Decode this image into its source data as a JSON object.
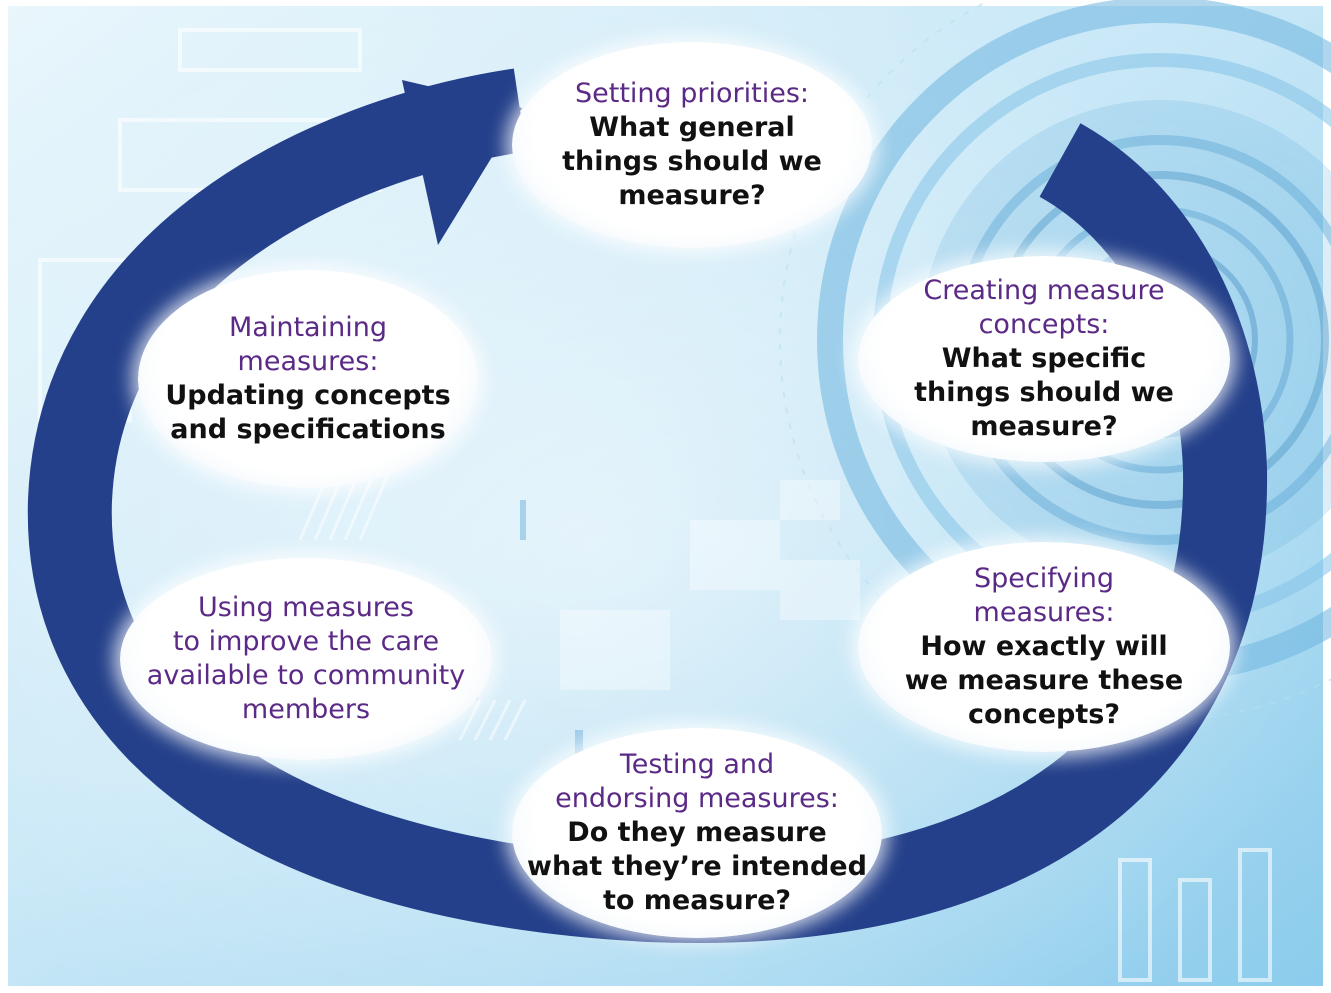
{
  "colors": {
    "arrow": "#24408a",
    "title_text": "#5b2a86",
    "question_text": "#111111",
    "background_light": "#e6f4fb",
    "background_mid": "#9fd3ee"
  },
  "cycle": {
    "direction": "clockwise",
    "stages": [
      {
        "id": "setting",
        "title": "Setting priorities:",
        "question": "What general\nthings should we\nmeasure?"
      },
      {
        "id": "creating",
        "title": "Creating measure\nconcepts:",
        "question": "What specific\nthings should we\nmeasure?"
      },
      {
        "id": "specifying",
        "title": "Specifying\nmeasures:",
        "question": "How exactly will\nwe measure these\nconcepts?"
      },
      {
        "id": "testing",
        "title": "Testing and\nendorsing measures:",
        "question": "Do they measure\nwhat they’re intended\nto measure?"
      },
      {
        "id": "using",
        "title": "Using measures\nto improve the care\navailable to community\nmembers",
        "question": ""
      },
      {
        "id": "maintaining",
        "title": "Maintaining\nmeasures:",
        "question": "Updating concepts\nand specifications"
      }
    ]
  }
}
